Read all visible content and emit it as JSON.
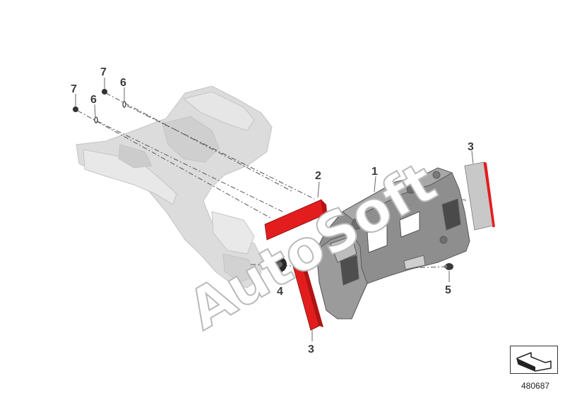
{
  "callouts": {
    "c1": "1",
    "c2": "2",
    "c3a": "3",
    "c3b": "3",
    "c4": "4",
    "c5": "5",
    "c6a": "6",
    "c6b": "6",
    "c7a": "7",
    "c7b": "7"
  },
  "watermark": "AutoSoft",
  "diagram_id": "480687",
  "icons": {
    "nav": "return-arrow-icon"
  },
  "colors": {
    "reflector_red": "#e31d1d",
    "part_gray": "#8e8e8e",
    "ghost_gray": "#d6d6d6"
  }
}
